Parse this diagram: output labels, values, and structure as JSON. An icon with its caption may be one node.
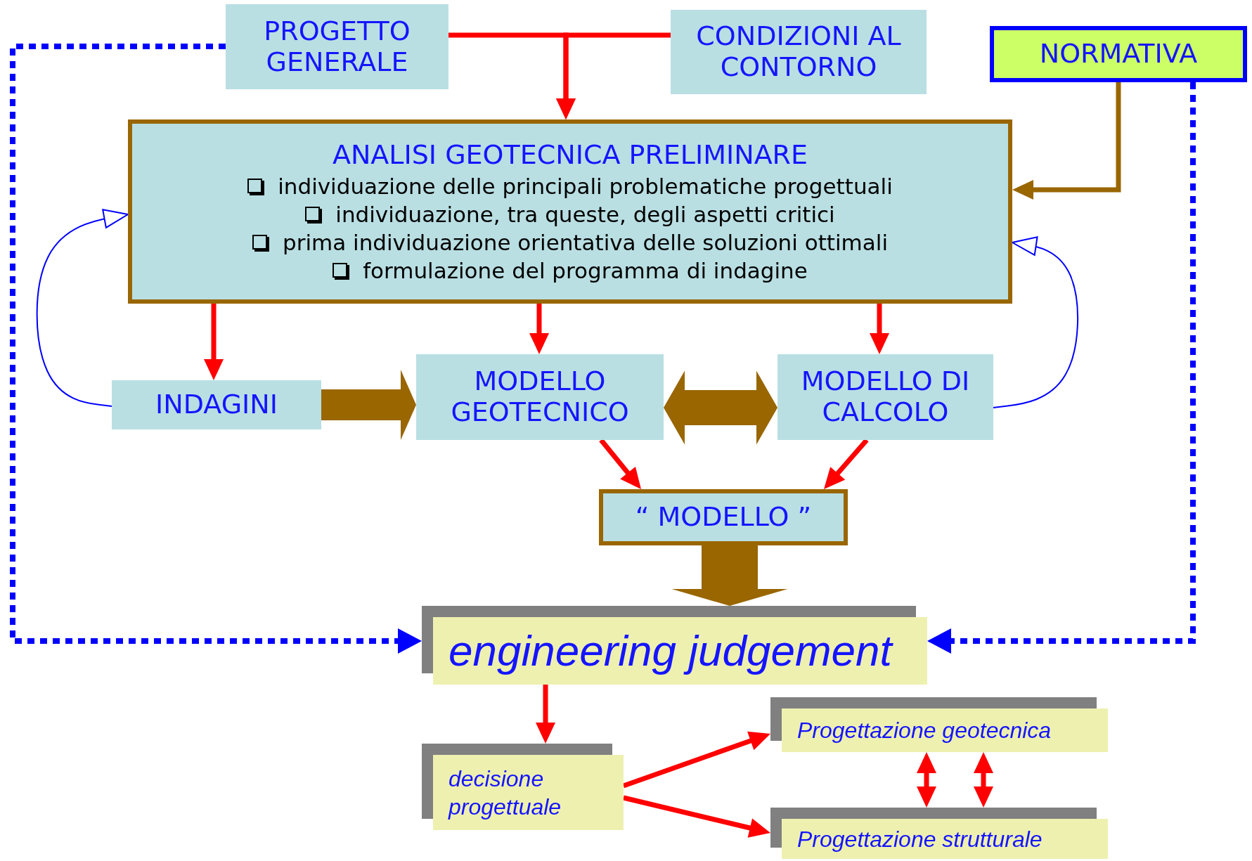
{
  "diagram": {
    "nodes": [
      {
        "text": [
          "PROGETTO GENERALE"
        ]
      },
      {
        "text": [
          "CONDIZIONI AL CONTORNO"
        ]
      },
      {
        "text": [
          "NORMATIVA"
        ]
      },
      {
        "text": [
          "ANALISI GEOTECNICA PRELIMINARE",
          "individuazione delle principali problematiche progettuali",
          "individuazione, tra queste, degli aspetti critici",
          "prima individuazione orientativa delle soluzioni ottimali",
          "formulazione del programma di indagine"
        ]
      },
      {
        "text": [
          "INDAGINI"
        ]
      },
      {
        "text": [
          "MODELLO GEOTECNICO"
        ]
      },
      {
        "text": [
          "MODELLO DI CALCOLO"
        ]
      },
      {
        "text": [
          "“ MODELLO ”"
        ]
      },
      {
        "text": [
          "engineering judgement"
        ]
      },
      {
        "text": [
          "decisione progettuale"
        ]
      },
      {
        "text": [
          "Progettazione geotecnica"
        ]
      },
      {
        "text": [
          "Progettazione strutturale"
        ]
      }
    ],
    "edges": [
      {
        "from": 0,
        "to": 3,
        "arrow": "to"
      },
      {
        "from": 1,
        "to": 3,
        "arrow": "to"
      },
      {
        "from": 2,
        "to": 3,
        "arrow": "to",
        "color": "#996600"
      },
      {
        "from": 3,
        "to": 4,
        "arrow": "to"
      },
      {
        "from": 3,
        "to": 5,
        "arrow": "to"
      },
      {
        "from": 3,
        "to": 6,
        "arrow": "to"
      },
      {
        "from": 4,
        "to": 5,
        "arrow": "to",
        "style": "thick",
        "color": "#996600"
      },
      {
        "from": 5,
        "to": 6,
        "arrow": "both",
        "style": "thick",
        "color": "#996600"
      },
      {
        "from": 5,
        "to": 7,
        "arrow": "to"
      },
      {
        "from": 6,
        "to": 7,
        "arrow": "to"
      },
      {
        "from": 7,
        "to": 8,
        "arrow": "to",
        "style": "thick",
        "color": "#996600"
      },
      {
        "from": 4,
        "to": 3,
        "arrow": "to",
        "color": "#0000ff"
      },
      {
        "from": 6,
        "to": 3,
        "arrow": "to",
        "color": "#0000ff"
      },
      {
        "from": 0,
        "to": 8,
        "arrow": "to",
        "style": "dashed",
        "color": "#0000ff"
      },
      {
        "from": 2,
        "to": 8,
        "arrow": "to",
        "style": "dashed",
        "color": "#0000ff"
      },
      {
        "from": 8,
        "to": 9,
        "arrow": "to"
      },
      {
        "from": 9,
        "to": 10,
        "arrow": "to"
      },
      {
        "from": 9,
        "to": 11,
        "arrow": "to"
      },
      {
        "from": 10,
        "to": 11,
        "arrow": "both"
      },
      {
        "from": 10,
        "to": 11,
        "arrow": "both"
      }
    ]
  }
}
